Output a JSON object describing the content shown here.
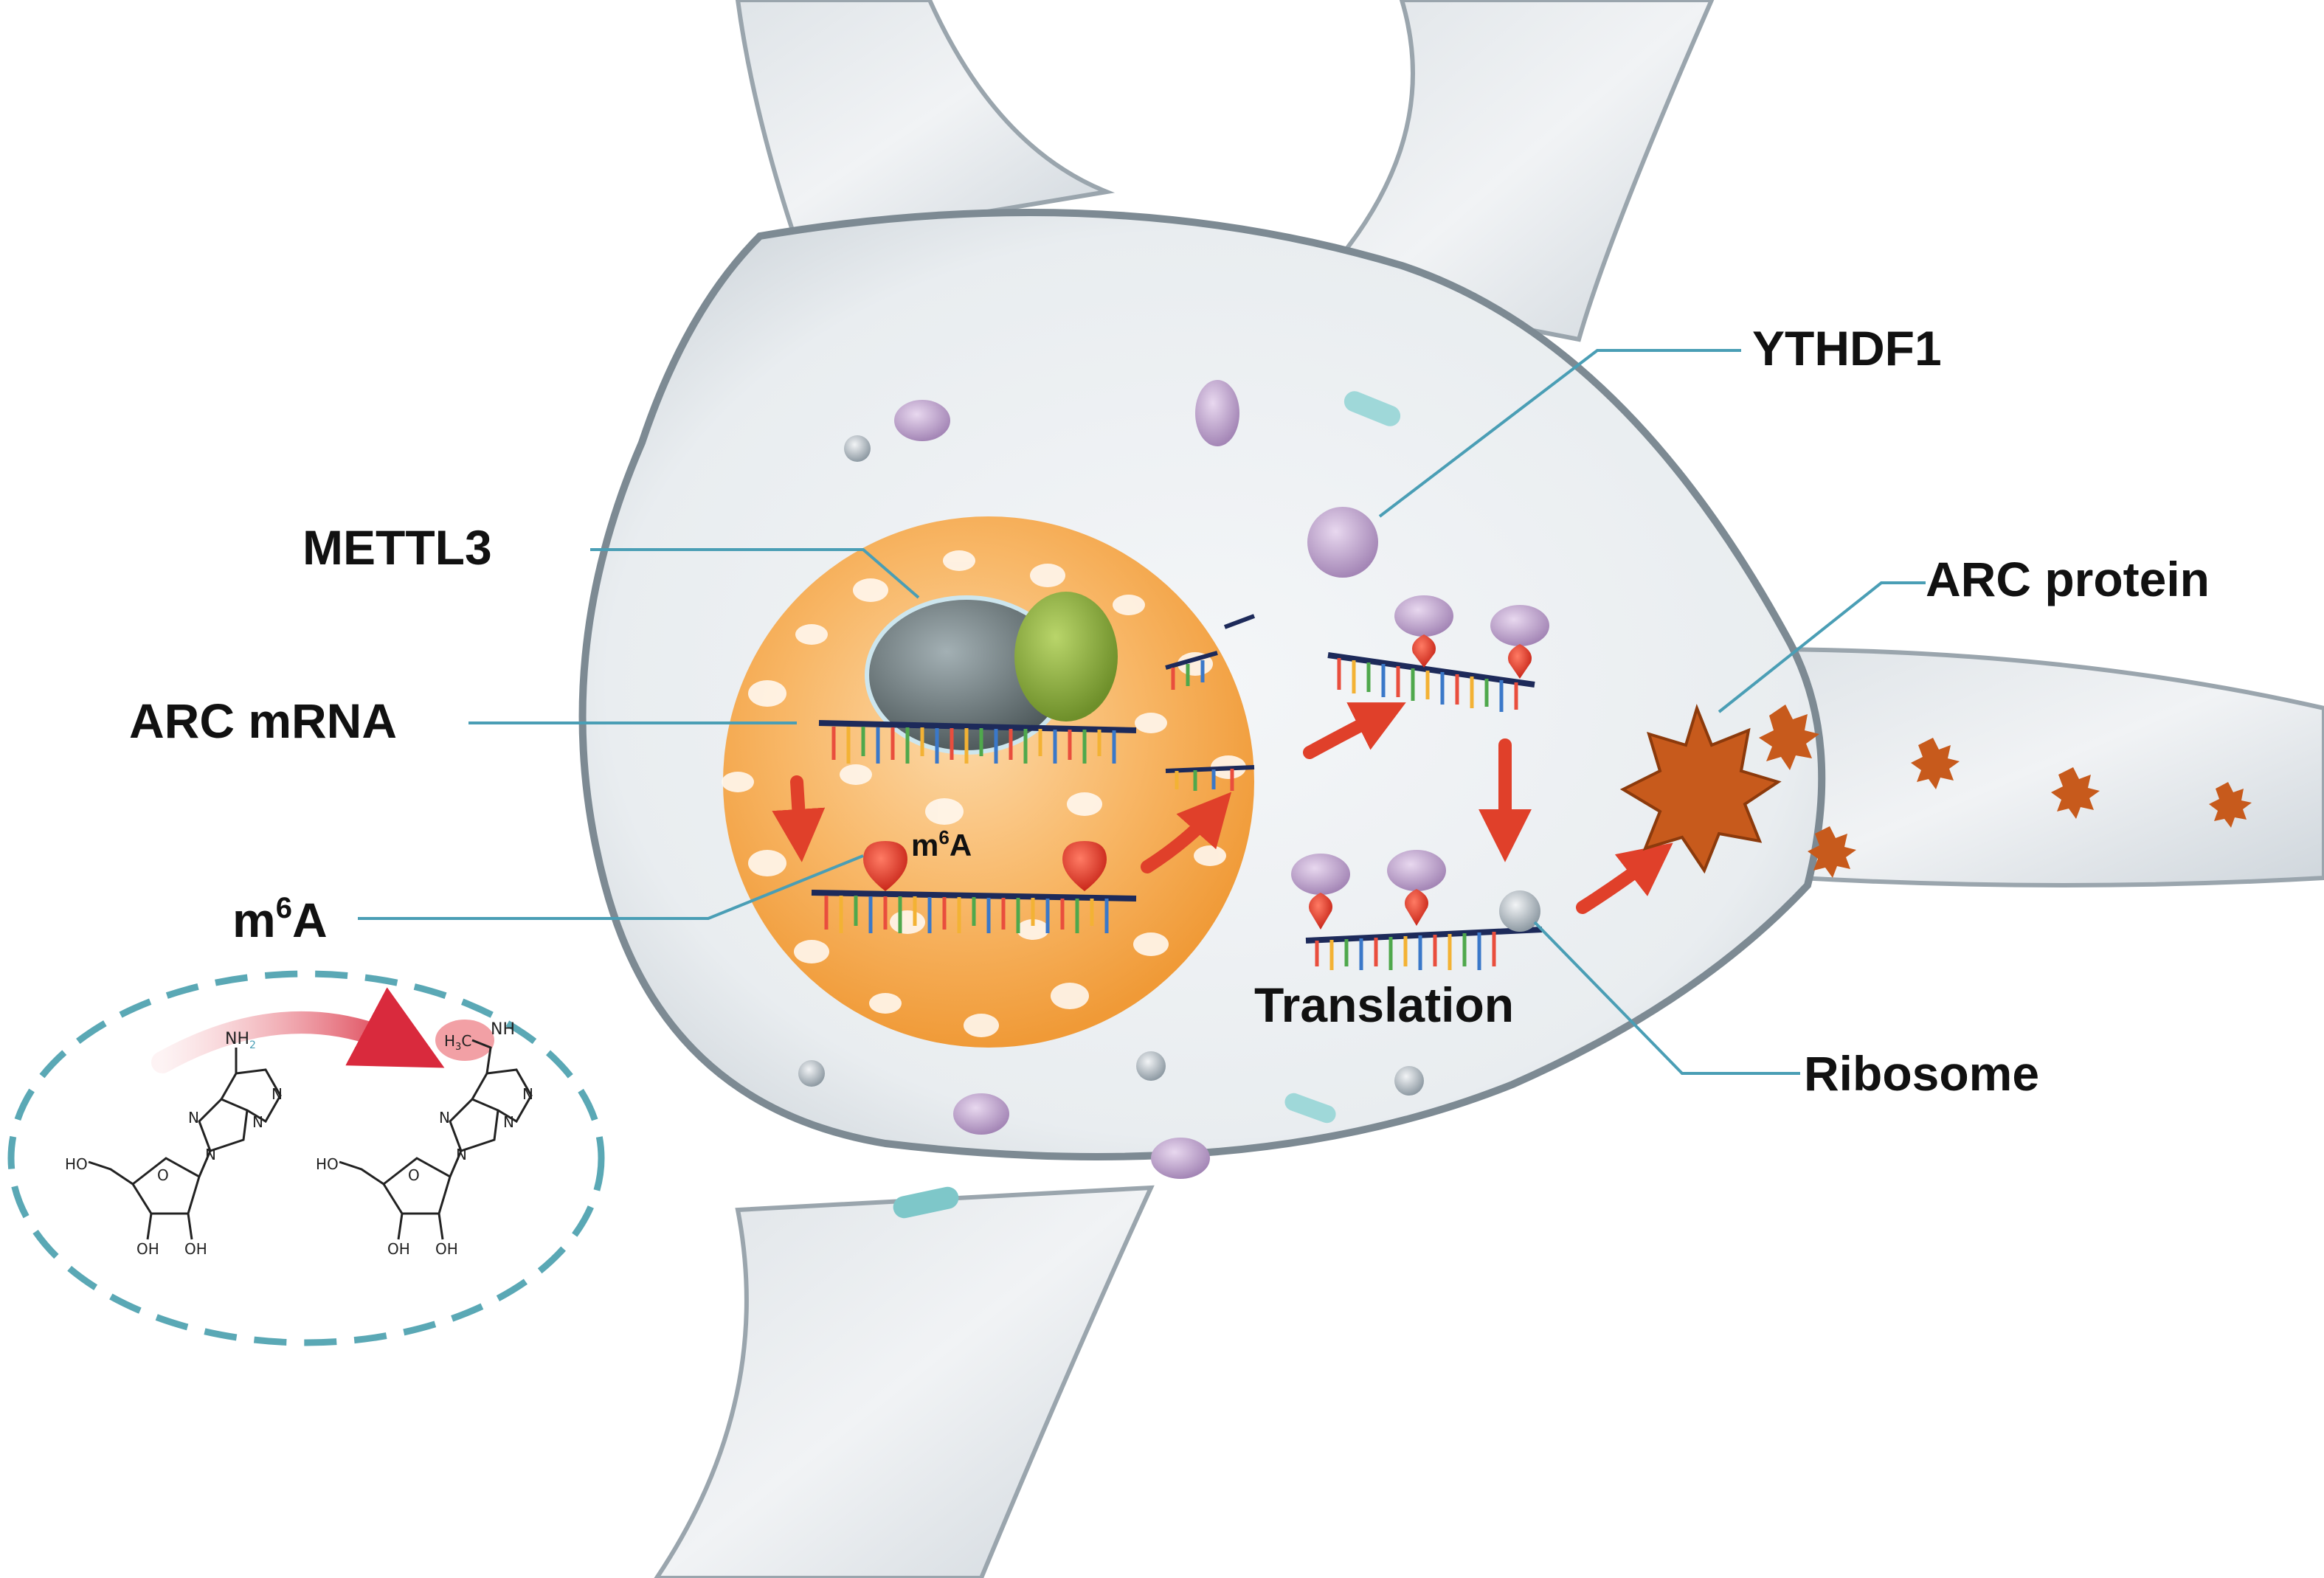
{
  "labels": {
    "ythdf1": "YTHDF1",
    "mettl3": "METTL3",
    "arc_mrna": "ARC mRNA",
    "arc_protein": "ARC protein",
    "m6a_base": "m",
    "m6a_sup": "6",
    "m6a_tail": "A",
    "translation": "Translation",
    "ribosome": "Ribosome"
  },
  "chemistry": {
    "amine": "NH",
    "amine_sub": "2",
    "methyl_h": "H",
    "methyl_sub": "3",
    "methyl_c": "C",
    "n": "N",
    "o": "O",
    "ho": "HO",
    "oh": "OH",
    "nh": "NH"
  },
  "colors": {
    "leader_line": "#4a9eb5",
    "nucleus": "#f5a445",
    "arrow": "#e0402a",
    "dashed_circle": "#5aa8b5",
    "arc_protein": "#c75a1c",
    "methyl_highlight": "#f2a0a5",
    "cell_outline": "#7d8a93"
  },
  "icons": [
    "metttl3-complex-icon",
    "ythdf1-icon",
    "ribosome-icon",
    "arc-protein-icon",
    "m6a-mark-icon",
    "adenosine-structure-icon",
    "n6-methyladenosine-structure-icon"
  ]
}
